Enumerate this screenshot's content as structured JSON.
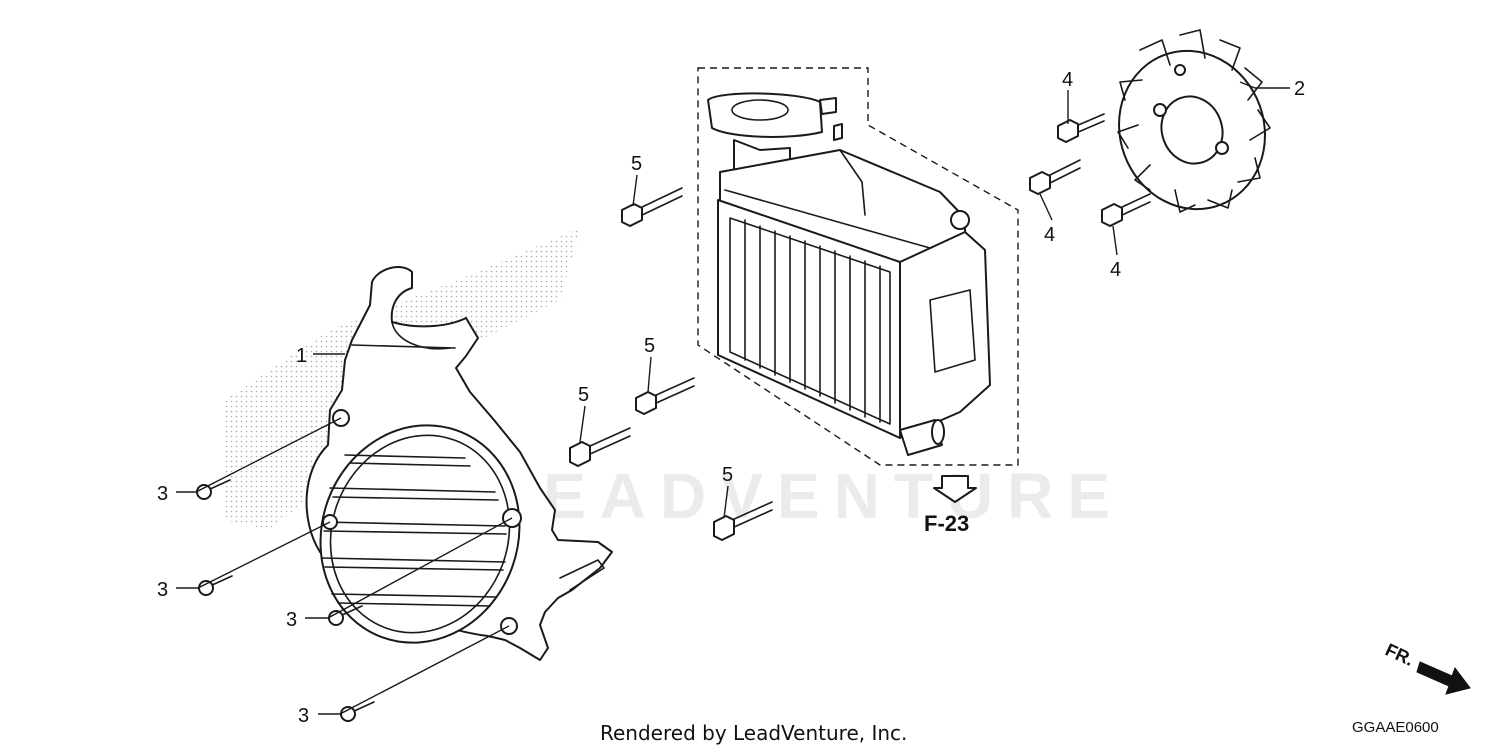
{
  "diagram": {
    "watermark": "LEADVENTURE",
    "reference": {
      "label": "F-23"
    },
    "front_indicator": {
      "label": "FR."
    },
    "footer": "Rendered by LeadVenture, Inc.",
    "diagram_code": "GGAAE0600",
    "callouts": {
      "cover": "1",
      "fan": "2",
      "screw_a": "3",
      "screw_b": "3",
      "screw_c": "3",
      "screw_d": "3",
      "fan_bolt_top": "4",
      "fan_bolt_left": "4",
      "fan_bolt_bottom": "4",
      "bolt_top": "5",
      "bolt_mid": "5",
      "bolt_left": "5",
      "bolt_lower": "5"
    }
  }
}
